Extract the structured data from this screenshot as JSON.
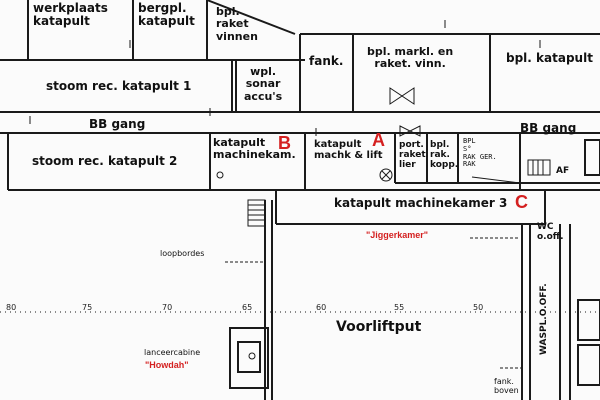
{
  "rooms": {
    "werkplaats": "werkplaats\nkatapult",
    "bergpl": "bergpl.\nkatapult",
    "bpl_raket": "bpl.\nraket\nvinnen",
    "stoom1": "stoom rec. katapult 1",
    "wpl_sonar": "wpl.\nsonar\naccu's",
    "fank": "fank.",
    "bpl_markl": "bpl. markl. en\nraket. vinn.",
    "bpl_katapult": "bpl. katapult",
    "bb_gang_left": "BB gang",
    "bb_gang_right": "BB gang",
    "stoom2": "stoom rec. katapult 2",
    "machinekam": "katapult\nmachinekam.",
    "machk_lift": "katapult\nmachk & lift",
    "port_raket": "port.\nraket\nlier",
    "bpl_rak_kopp": "bpl.\nrak.\nkopp.",
    "hand_note": "BPL\nS°\nRAK GER.\nRAK",
    "af": "AF",
    "machinekamer3": "katapult machinekamer 3",
    "wc": "WC\no.off.",
    "loopbordes": "loopbordes",
    "voorliftput": "Voorliftput",
    "lanceercabine": "lanceercabine",
    "waspl": "WASPL.O.OFF.",
    "fank_boven": "fank.\nboven"
  },
  "markers": {
    "a": "A",
    "b": "B",
    "c": "C",
    "jiggerkamer": "\"Jiggerkamer\"",
    "howdah": "\"Howdah\""
  },
  "frame_ticks": [
    "80",
    "75",
    "70",
    "65",
    "60",
    "55",
    "50"
  ],
  "colors": {
    "marker": "#d42020",
    "ink": "#111111"
  }
}
